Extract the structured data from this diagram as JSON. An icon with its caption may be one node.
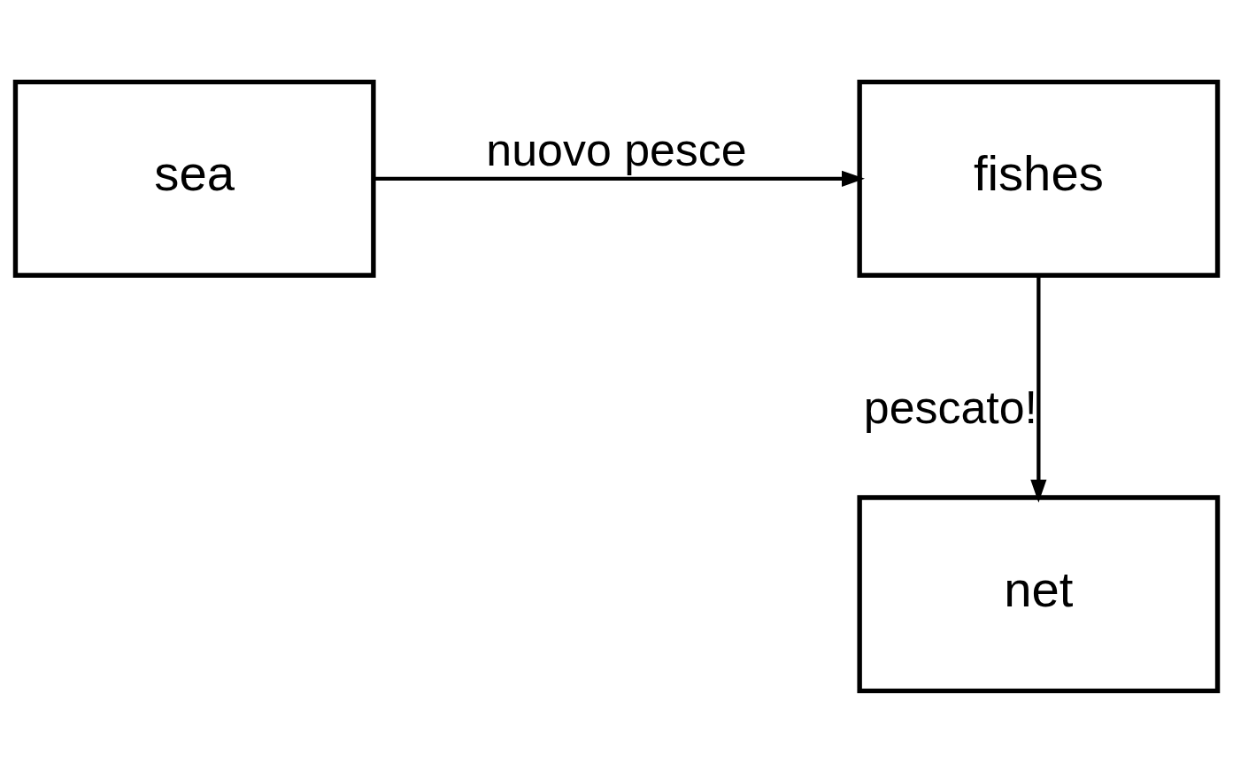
{
  "diagram": {
    "nodes": [
      {
        "text": [
          "sea"
        ]
      },
      {
        "text": [
          "fishes"
        ]
      },
      {
        "text": [
          "net"
        ]
      }
    ],
    "edges": [
      {
        "from": 0,
        "to": 1,
        "arrow": "to",
        "label": "nuovo pesce"
      },
      {
        "from": 1,
        "to": 2,
        "arrow": "to",
        "label": "pescato!"
      }
    ]
  }
}
